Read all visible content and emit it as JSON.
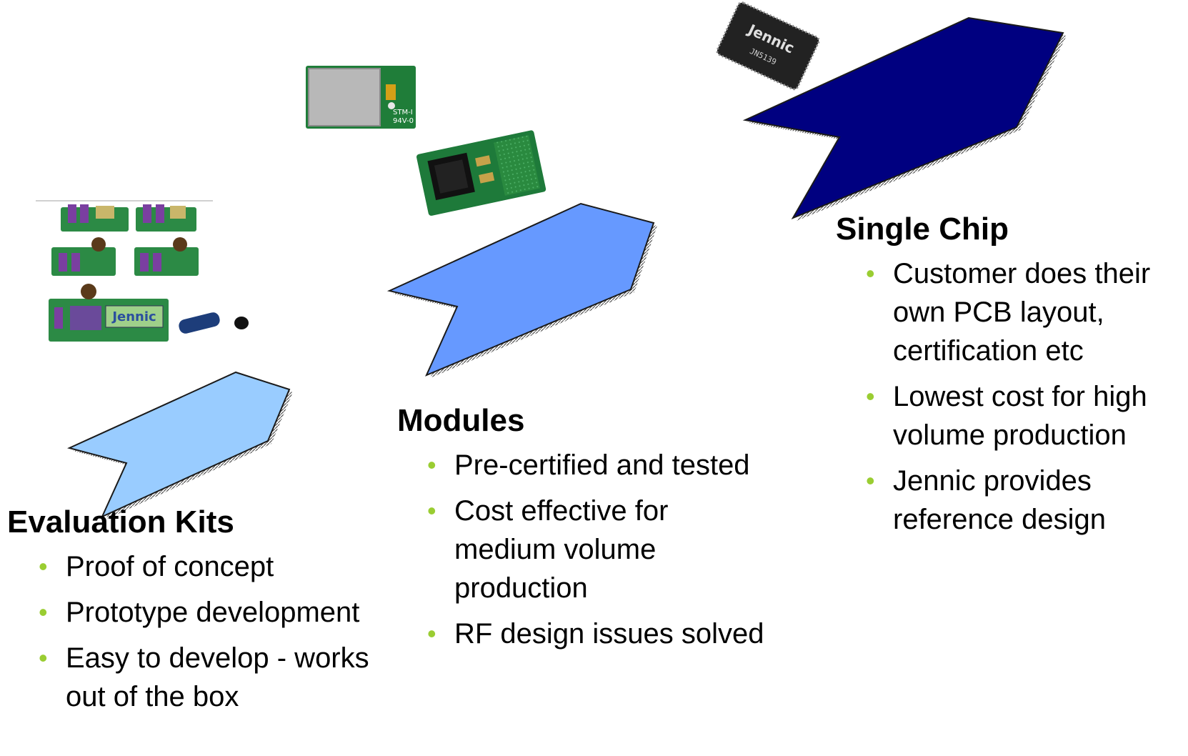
{
  "stages": [
    {
      "title": "Evaluation Kits",
      "bullets": [
        "Proof of concept",
        "Prototype development",
        "Easy to develop - works out of the box"
      ]
    },
    {
      "title": "Modules",
      "bullets": [
        "Pre-certified and tested",
        "Cost effective for medium volume production",
        "RF design issues solved"
      ]
    },
    {
      "title": "Single Chip",
      "bullets": [
        "Customer does their own PCB layout, certification etc",
        "Lowest cost for high volume production",
        "Jennic provides reference design"
      ]
    }
  ],
  "colors": {
    "arrow_eval": "#99ccff",
    "arrow_modules": "#6699ff",
    "arrow_chip": "#000080",
    "bullet": "#9ACD32",
    "pcb_green": "#1e7a3a",
    "shield_gray": "#b8b8b8"
  },
  "images": {
    "eval_kit_brand": "Jennic",
    "module_labels": [
      "STM-I",
      "94V-0"
    ],
    "chip_brand": "Jennic"
  },
  "icons": [
    "eval-kit-boards-image",
    "rf-module-shielded-image",
    "rf-module-pcb-image",
    "jennic-chip-image",
    "usb-dongle-icon"
  ]
}
